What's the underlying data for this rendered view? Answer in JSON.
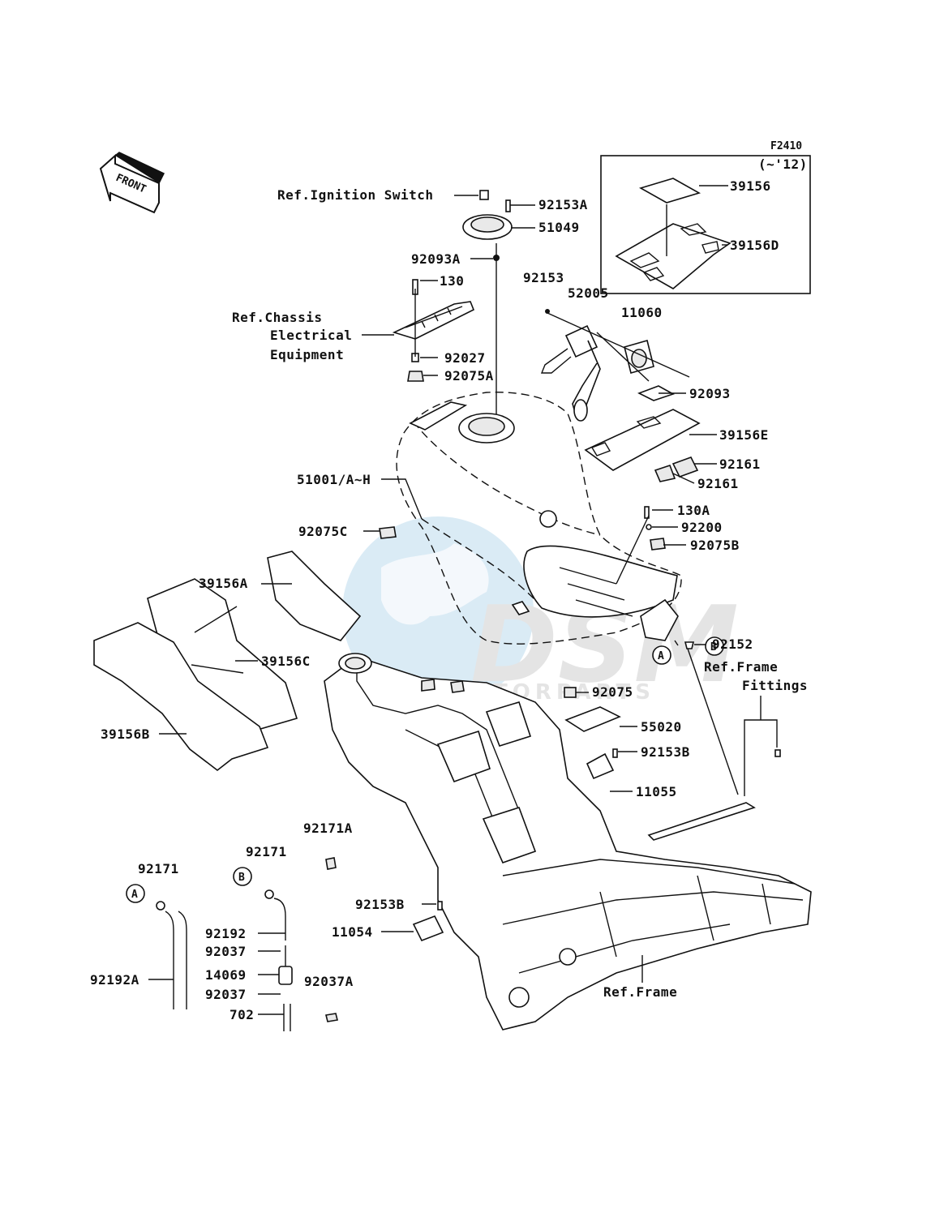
{
  "diagram_code": "F2410",
  "inset_note": "(~'12)",
  "front_label": "FRONT",
  "watermark": {
    "main": "DSM",
    "sub": "MOTORPARTS"
  },
  "callouts": {
    "c_a": "A",
    "c_b": "B"
  },
  "labels": {
    "ref_ignition": "Ref.Ignition Switch",
    "p92153A": "92153A",
    "p51049": "51049",
    "p92093A": "92093A",
    "p130": "130",
    "ref_chassis_1": "Ref.Chassis",
    "ref_chassis_2": "Electrical",
    "ref_chassis_3": "Equipment",
    "p92027": "92027",
    "p92075A": "92075A",
    "p92153": "92153",
    "p52005": "52005",
    "p11060": "11060",
    "p92093": "92093",
    "p39156": "39156",
    "p39156D": "39156D",
    "p39156E": "39156E",
    "p92161a": "92161",
    "p92161b": "92161",
    "p51001": "51001/A~H",
    "p130A": "130A",
    "p92200": "92200",
    "p92075B": "92075B",
    "p92075C": "92075C",
    "p39156A": "39156A",
    "p39156C": "39156C",
    "p39156B": "39156B",
    "p92152": "92152",
    "ref_frame_fittings_1": "Ref.Frame",
    "ref_frame_fittings_2": "Fittings",
    "p92075": "92075",
    "p55020": "55020",
    "p92153B_a": "92153B",
    "p11055": "11055",
    "p92171A": "92171A",
    "p92171_b": "92171",
    "p92171_a": "92171",
    "p92153B_b": "92153B",
    "p11054": "11054",
    "p92192": "92192",
    "p92037_a": "92037",
    "p14069": "14069",
    "p92037_b": "92037",
    "p702": "702",
    "p92192A": "92192A",
    "p92037A": "92037A",
    "ref_frame": "Ref.Frame"
  }
}
